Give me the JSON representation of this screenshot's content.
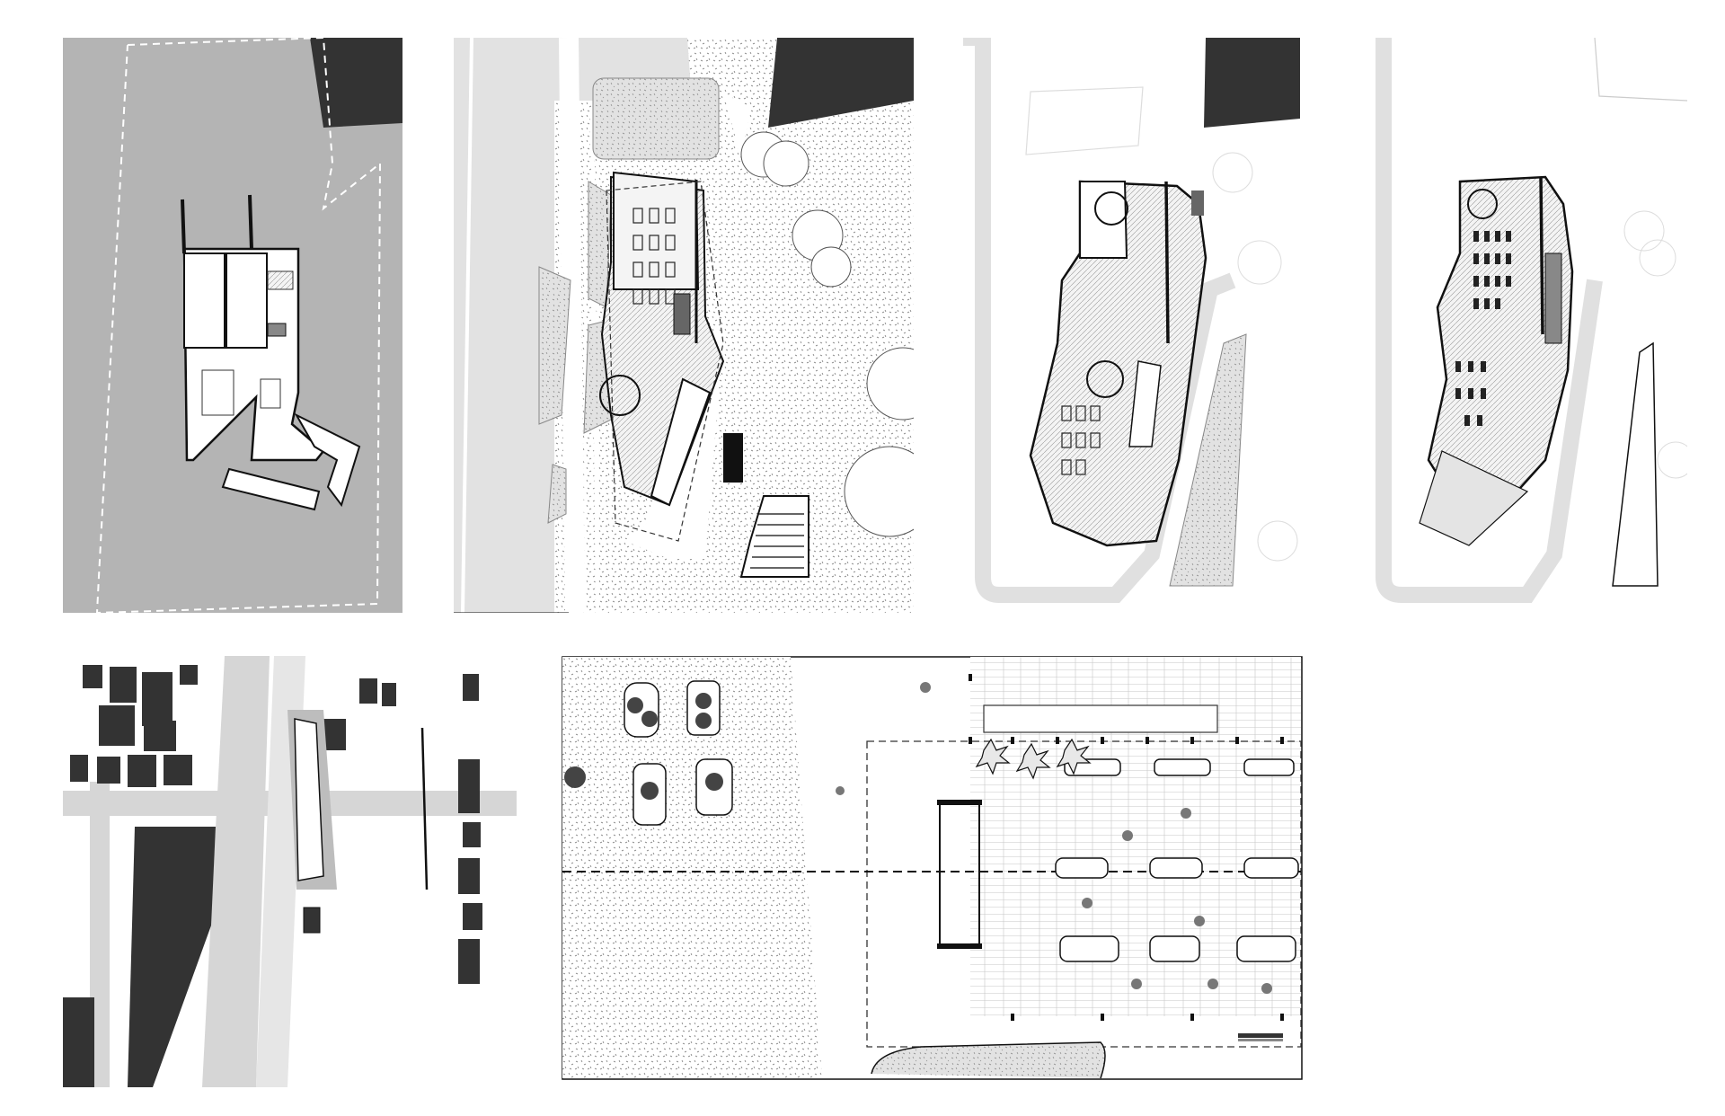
{
  "sheet": {
    "panels": [
      {
        "key": "p1",
        "kind": "ground-floor-plan"
      },
      {
        "key": "p2",
        "kind": "site-level-plan"
      },
      {
        "key": "p3",
        "kind": "first-floor-plan"
      },
      {
        "key": "p4",
        "kind": "second-floor-plan"
      },
      {
        "key": "p5",
        "kind": "urban-context-map"
      },
      {
        "key": "p6",
        "kind": "detail-plan"
      }
    ]
  },
  "colors": {
    "ground_grey": "#b4b4b4",
    "mid_grey": "#cfcfcf",
    "light_grey": "#e4e4e4",
    "building_dark": "#333333",
    "wall_black": "#111111",
    "paper": "#ffffff",
    "line": "#1a1a1a"
  }
}
